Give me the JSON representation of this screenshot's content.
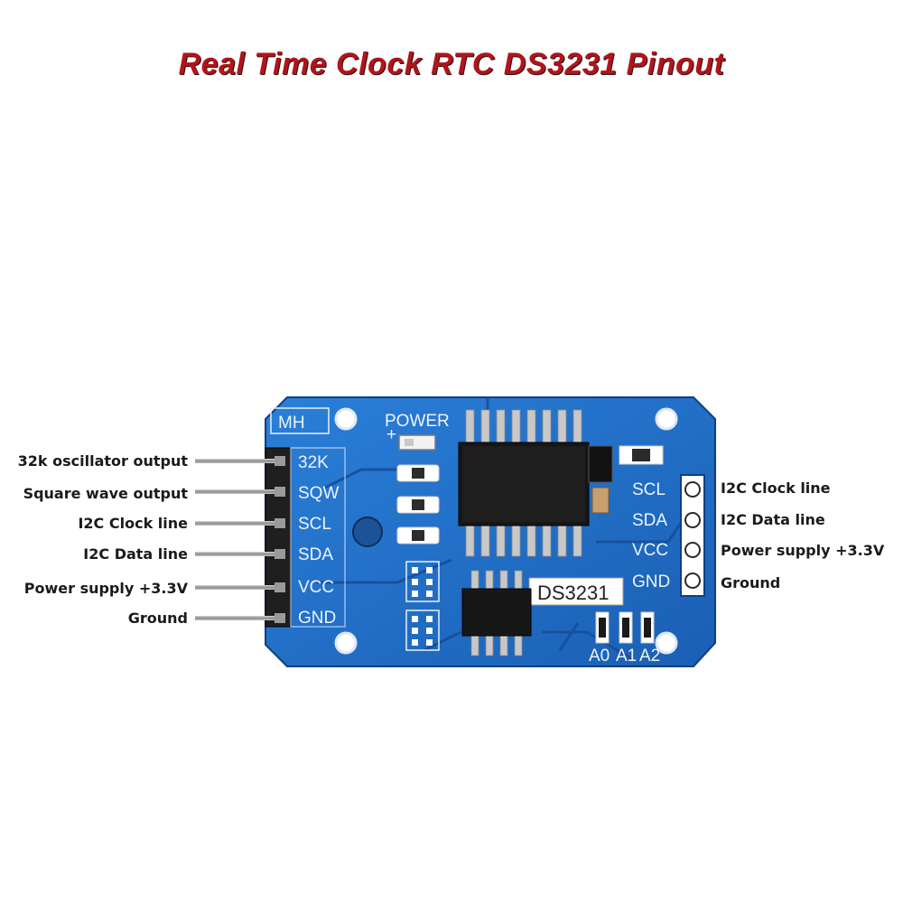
{
  "title": "Real Time Clock RTC DS3231 Pinout",
  "left_labels": [
    "32k oscillator output",
    "Square wave output",
    "I2C Clock line",
    "I2C Data line",
    "Power supply +3.3V",
    "Ground"
  ],
  "right_labels": [
    "I2C Clock line",
    "I2C Data line",
    "Power supply +3.3V",
    "Ground"
  ],
  "board": {
    "brand": "MH",
    "power_label": "POWER",
    "chip_label": "DS3231",
    "left_pins": [
      "32K",
      "SQW",
      "SCL",
      "SDA",
      "VCC",
      "GND"
    ],
    "right_pins": [
      "SCL",
      "SDA",
      "VCC",
      "GND"
    ],
    "address_pads": [
      "A0",
      "A1",
      "A2"
    ]
  },
  "colors": {
    "title": "#b0151b",
    "pcb": "#1f6fc9",
    "silkscreen": "#eef3ff"
  }
}
